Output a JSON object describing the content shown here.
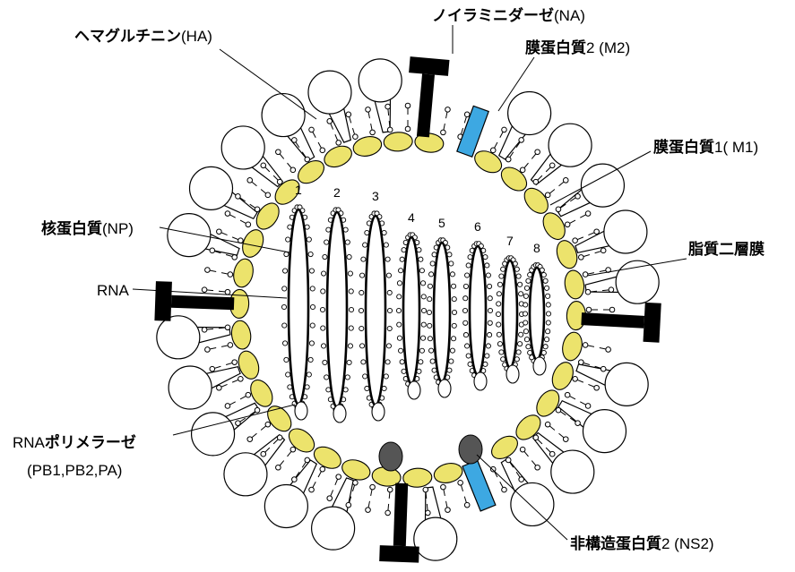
{
  "colors": {
    "matrix": "#ece36c",
    "m2_channel": "#3da8e2",
    "ns2": "#555555",
    "outline": "#000000",
    "background": "#ffffff"
  },
  "labels": {
    "ha": {
      "bold": "ヘマグルチニン",
      "rest": "(HA)"
    },
    "na": {
      "bold": "ノイラミニダーゼ",
      "rest": "(NA)"
    },
    "m2": {
      "bold": "膜蛋白質",
      "rest": "2 (M2)"
    },
    "m1": {
      "bold": "膜蛋白質",
      "rest": "1( M1)"
    },
    "np": {
      "bold": "核蛋白質",
      "rest": "(NP)"
    },
    "rna": {
      "bold": "",
      "rest": "RNA"
    },
    "lipid": {
      "bold": "脂質二層膜",
      "rest": ""
    },
    "polymerase": {
      "pre": "RNA",
      "bold": "ポリメラーゼ",
      "rest": ""
    },
    "polymerase_sub": "(PB1,PB2,PA)",
    "ns2": {
      "bold": "非構造蛋白質",
      "rest": "2 (NS2)"
    }
  },
  "segments": [
    "1",
    "2",
    "3",
    "4",
    "5",
    "6",
    "7",
    "8"
  ],
  "icons": {
    "hemagglutinin": "lollipop-spike-icon",
    "neuraminidase": "t-shaped-spike-icon",
    "m2": "blue-rectangle-channel-icon",
    "m1": "yellow-ellipse-matrix-icon",
    "lipid": "phospholipid-pair-icon",
    "rnp": "rna-segment-loop-icon",
    "polymerase": "small-ellipse-icon",
    "ns2": "dark-ellipse-icon"
  }
}
